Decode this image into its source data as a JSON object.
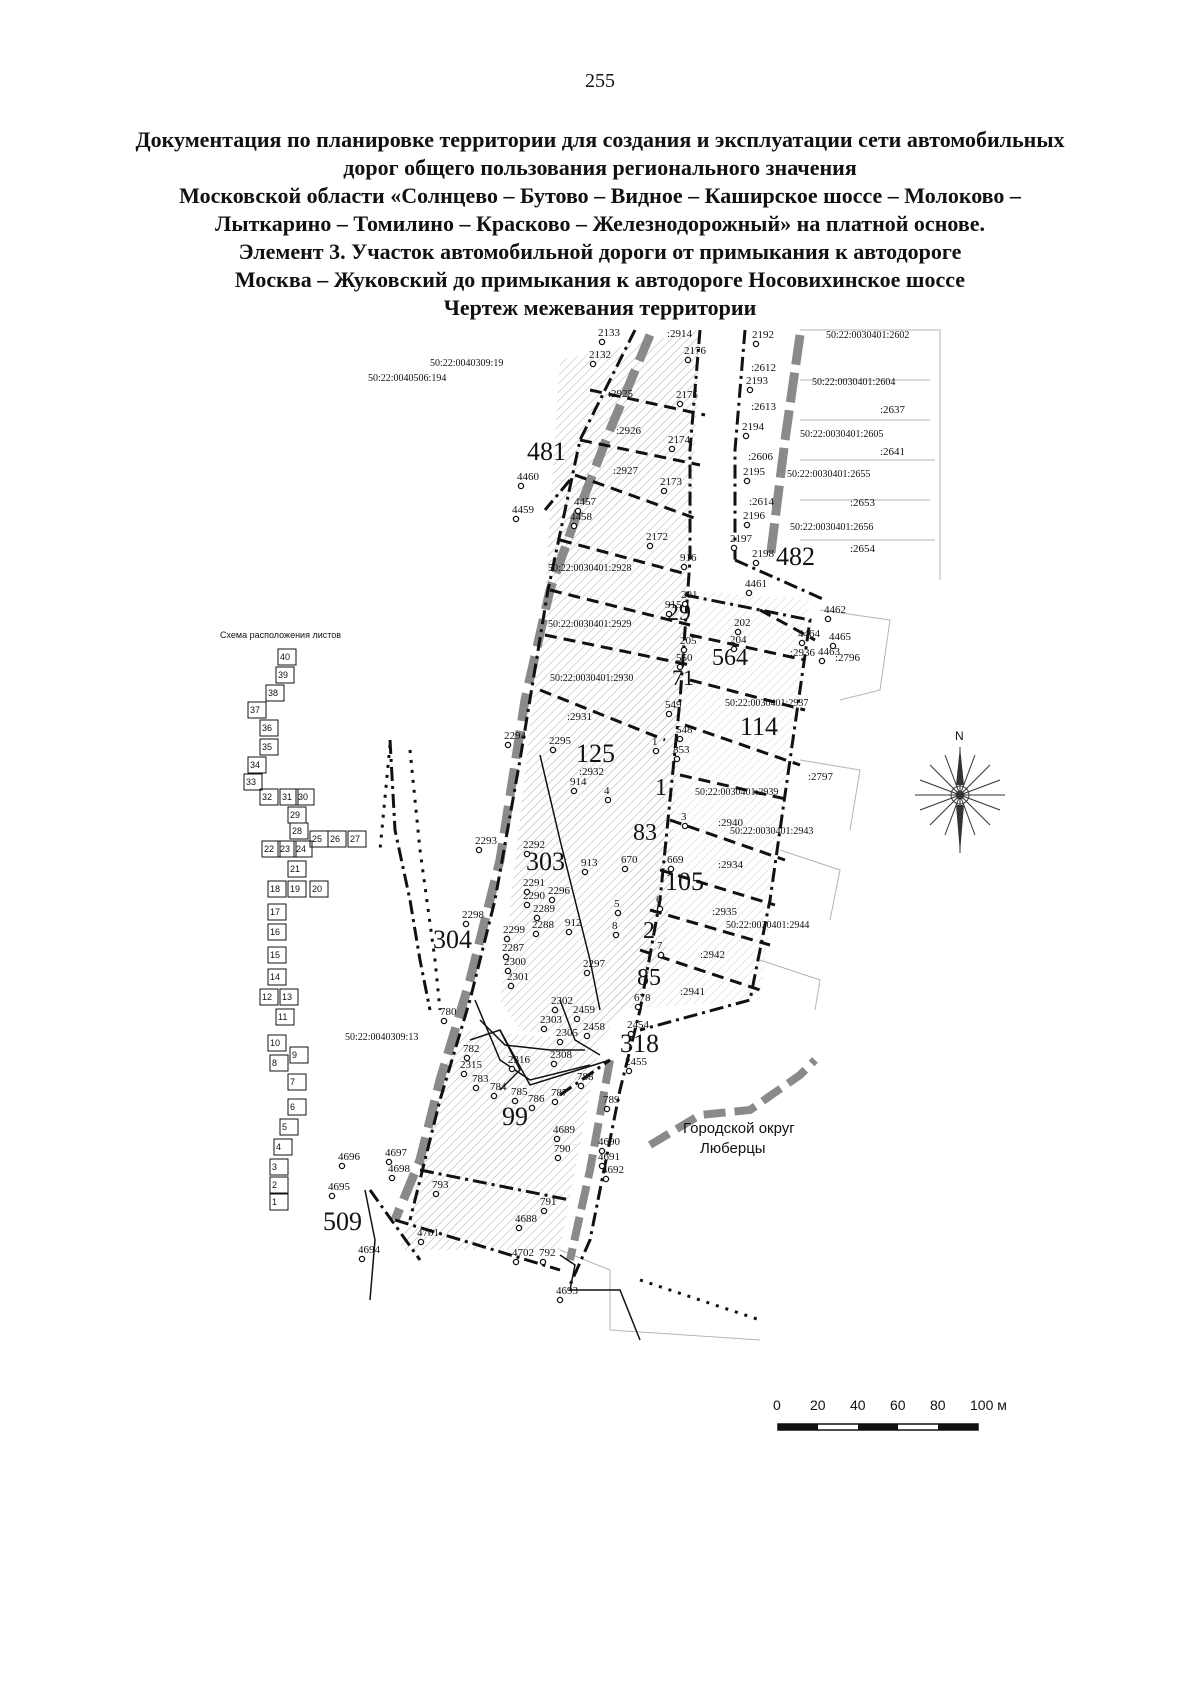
{
  "page_number": "255",
  "title_lines": [
    "Документация по планировке территории для создания и эксплуатации сети автомобильных",
    "дорог общего пользования регионального значения",
    "Московской области «Солнцево – Бутово – Видное – Каширское шоссе – Молоково –",
    "Лыткарино – Томилино – Красково – Железнодорожный» на платной основе.",
    "Элемент 3. Участок автомобильной дороги от примыкания к автодороге",
    "Москва – Жуковский до примыкания к автодороге Носовихинское шоссе",
    "Чертеж межевания территории"
  ],
  "colors": {
    "ink": "#111111",
    "road_gray": "#8a8a8a",
    "hatch": "#9a9a9a",
    "compass": "#333333"
  },
  "sheet_scheme": {
    "title": "Схема расположения листов",
    "labels": [
      "40",
      "39",
      "38",
      "37",
      "36",
      "35",
      "34",
      "33",
      "32",
      "31",
      "30",
      "29",
      "28",
      "22",
      "23",
      "24",
      "25",
      "26",
      "27",
      "21",
      "18",
      "19",
      "20",
      "17",
      "16",
      "15",
      "14",
      "12",
      "13",
      "11",
      "10",
      "9",
      "8",
      "7",
      "6",
      "5",
      "4",
      "3",
      "2",
      "1"
    ]
  },
  "compass": {
    "north_label": "N",
    "icon": "compass-rose-icon"
  },
  "scale_bar": {
    "ticks": [
      "0",
      "20",
      "40",
      "60",
      "80",
      "100 м"
    ]
  },
  "district_label": [
    "Городской округ",
    "Люберцы"
  ],
  "area_labels": [
    "481",
    "482",
    "29",
    "564",
    "71",
    "114",
    "125",
    "1",
    "83",
    "105",
    "303",
    "304",
    "2",
    "85",
    "318",
    "99",
    "509"
  ],
  "cadastral_labels": [
    "50:22:0040309:19",
    "50:22:0040506:194",
    "50:22:0030401:2602",
    "50:22:0030401:2604",
    "50:22:0030401:2605",
    "50:22:0030401:2655",
    "50:22:0030401:2656",
    "50:22:0030401:2928",
    "50:22:0030401:2929",
    "50:22:0030401:2930",
    "50:22:0030401:2937",
    "50:22:0030401:2939",
    "50:22:0030401:2943",
    "50:22:0030401:2944",
    "50:22:0040309:13"
  ],
  "parcel_labels": [
    ":2914",
    ":2925",
    ":2926",
    ":2927",
    ":2931",
    ":2932",
    ":2612",
    ":2613",
    ":2606",
    ":2614",
    ":2637",
    ":2641",
    ":2653",
    ":2654",
    ":2796",
    ":2797",
    ":2940",
    ":2934",
    ":2935",
    ":2942",
    ":2941",
    ":2936"
  ],
  "point_labels": [
    "2133",
    "2132",
    "2176",
    "2175",
    "2174",
    "2173",
    "2172",
    "2192",
    "2193",
    "2194",
    "2195",
    "2196",
    "2197",
    "2198",
    "4460",
    "4459",
    "4457",
    "4458",
    "916",
    "915",
    "4461",
    "4462",
    "4465",
    "4463",
    "4464",
    "201",
    "202",
    "205",
    "204",
    "550",
    "549",
    "548",
    "853",
    "2294",
    "2295",
    "914",
    "4",
    "3",
    "670",
    "669",
    "913",
    "2293",
    "2292",
    "2291",
    "2290",
    "2289",
    "2288",
    "2296",
    "912",
    "8",
    "6",
    "5",
    "2298",
    "2299",
    "2287",
    "2300",
    "2301",
    "2297",
    "2303",
    "2459",
    "2458",
    "2454",
    "2455",
    "780",
    "782",
    "2315",
    "2316",
    "2305",
    "2308",
    "783",
    "784",
    "785",
    "786",
    "787",
    "788",
    "789",
    "4689",
    "790",
    "4690",
    "4691",
    "4692",
    "4697",
    "4698",
    "4696",
    "4695",
    "793",
    "4688",
    "791",
    "4701",
    "4702",
    "792",
    "4694",
    "4693",
    "678",
    "7",
    "1",
    "2302"
  ]
}
